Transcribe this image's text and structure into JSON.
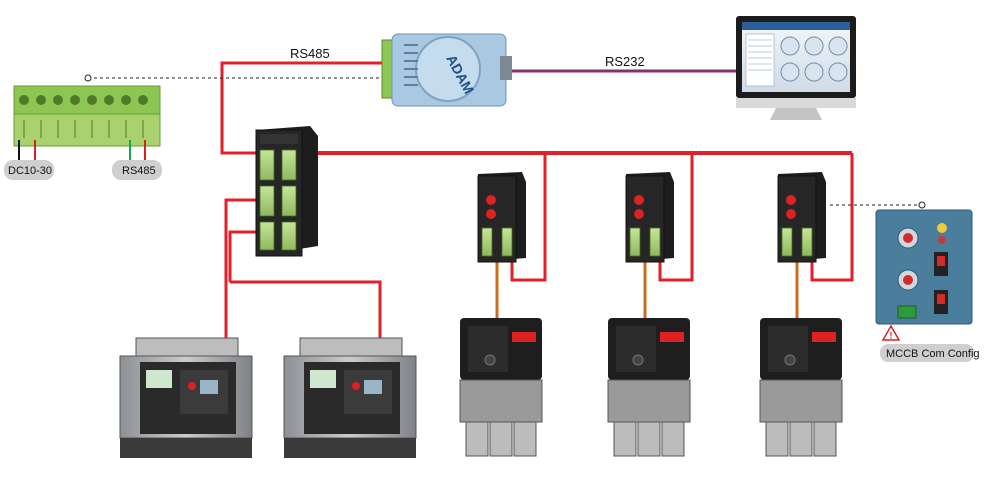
{
  "labels": {
    "rs485_link": "RS485",
    "rs232_link": "RS232",
    "power_pill": "DC10-30",
    "rs485_pill": "RS485",
    "mccb_config": "MCCB Com Config"
  },
  "devices": {
    "adam_brand": "ADAM"
  },
  "colors": {
    "bus_wire": "#e3202a",
    "rs232_wire": "#8b2c7a",
    "signal_wire": "#c96d1d",
    "pill_bg": "#cfcfcf",
    "module_body": "#1d1d1d",
    "module_terminal": "#2f9a3a",
    "adam_body": "#a9c8e2",
    "config_panel": "#4a7e9c"
  },
  "icons": {
    "warning": "warning-triangle-icon"
  }
}
